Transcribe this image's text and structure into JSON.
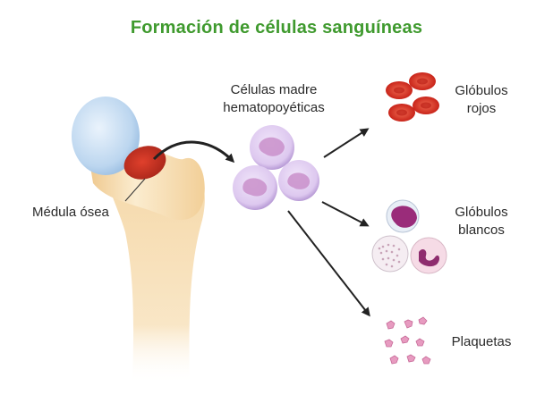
{
  "title": "Formación de células sanguíneas",
  "labels": {
    "marrow": "Médula ósea",
    "stem_cells_line1": "Células madre",
    "stem_cells_line2": "hematopoyéticas",
    "red_cells_line1": "Glóbulos",
    "red_cells_line2": "rojos",
    "white_cells_line1": "Glóbulos",
    "white_cells_line2": "blancos",
    "platelets": "Plaquetas"
  },
  "colors": {
    "title": "#3f9a2e",
    "bone": "#f7dfb6",
    "bone_shade": "#efc98f",
    "cartilage": "#bcd6ef",
    "marrow": "#c2301f",
    "stem_cell": "#e3d2f2",
    "stem_nucleus": "#c98fca",
    "red_cell": "#d9261c",
    "arrow": "#222222"
  }
}
